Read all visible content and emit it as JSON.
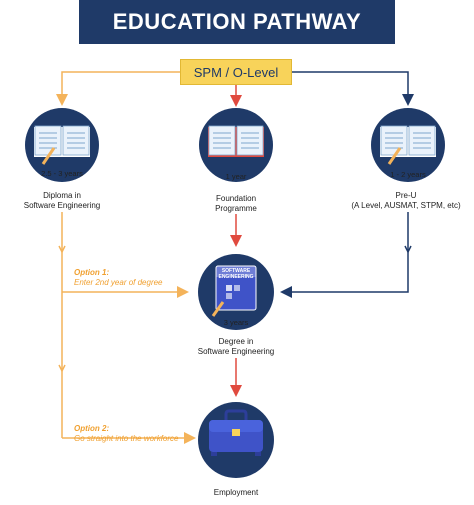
{
  "title": "EDUCATION PATHWAY",
  "start": "SPM / O-Level",
  "nodes": {
    "diploma": {
      "duration": "2.5 - 3 years",
      "name_line1": "Diploma in",
      "name_line2": "Software Engineering"
    },
    "foundation": {
      "duration": "1 year",
      "name_line1": "Foundation",
      "name_line2": "Programme"
    },
    "preu": {
      "duration": "1 - 2 years",
      "name_line1": "Pre-U",
      "name_line2": "(A Level, AUSMAT, STPM, etc)"
    },
    "degree": {
      "duration": "3 years",
      "book_text": "SOFTWARE ENGINEERING",
      "name_line1": "Degree in",
      "name_line2": "Software Engineering"
    },
    "employment": {
      "name": "Employment"
    }
  },
  "options": {
    "option1": {
      "title": "Option 1:",
      "text": "Enter 2nd year of degree"
    },
    "option2": {
      "title": "Option 2:",
      "text": "Go straight into the workforce"
    }
  },
  "colors": {
    "navy": "#1f3a68",
    "orange": "#f4b35a",
    "red": "#e04a3f",
    "yellow": "#f8d35a",
    "blue_circle": "#1f3a68"
  },
  "icons": [
    "open-book-icon",
    "software-engineering-book-icon",
    "briefcase-icon"
  ]
}
